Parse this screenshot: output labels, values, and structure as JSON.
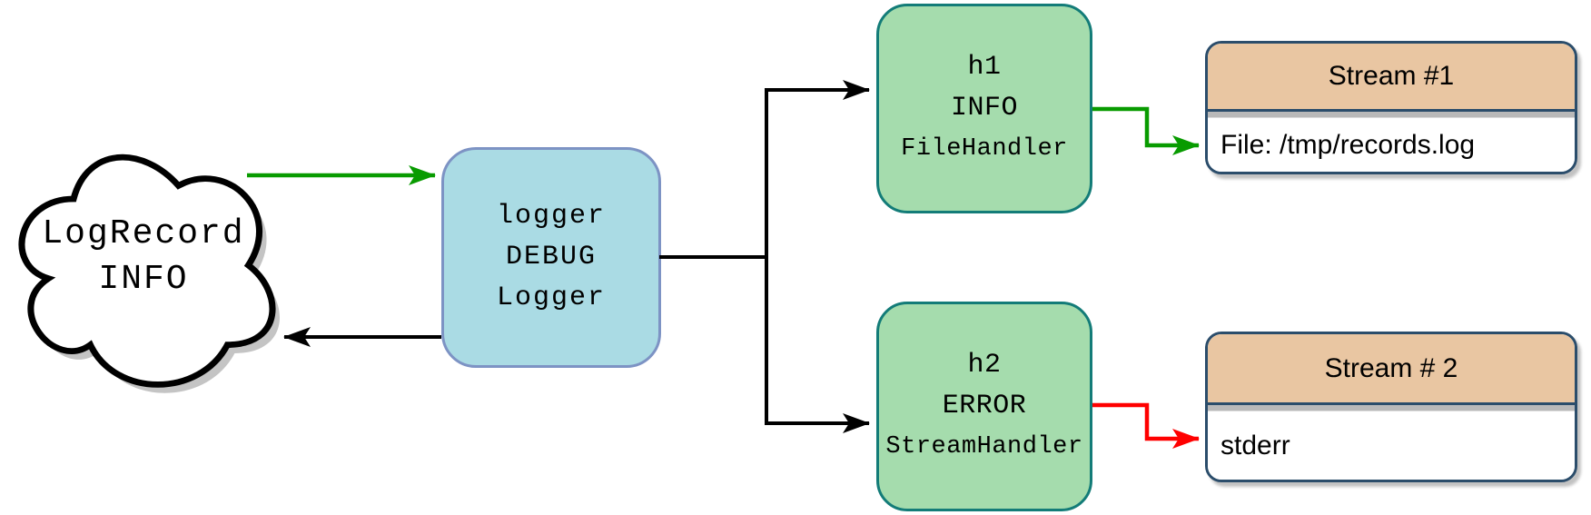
{
  "cloud": {
    "line1": "LogRecord",
    "line2": "INFO",
    "fill": "#ffffff",
    "stroke": "#000000",
    "shadow": "#c4c4c4"
  },
  "logger": {
    "name": "logger",
    "level": "DEBUG",
    "class": "Logger",
    "fill": "#aadbe4",
    "stroke": "#7d93c4"
  },
  "handlers": [
    {
      "name": "h1",
      "level": "INFO",
      "class": "FileHandler",
      "fill": "#a5dcad",
      "stroke": "#137c78"
    },
    {
      "name": "h2",
      "level": "ERROR",
      "class": "StreamHandler",
      "fill": "#a5dcad",
      "stroke": "#137c78"
    }
  ],
  "streams": [
    {
      "title": "Stream #1",
      "body": "File: /tmp/records.log",
      "header_fill": "#e9c6a2",
      "stroke": "#2b4d6b"
    },
    {
      "title": "Stream # 2",
      "body": "stderr",
      "header_fill": "#e9c6a2",
      "stroke": "#2b4d6b"
    }
  ],
  "arrows": {
    "green": "#089b00",
    "red": "#ff0000",
    "black": "#000000"
  }
}
